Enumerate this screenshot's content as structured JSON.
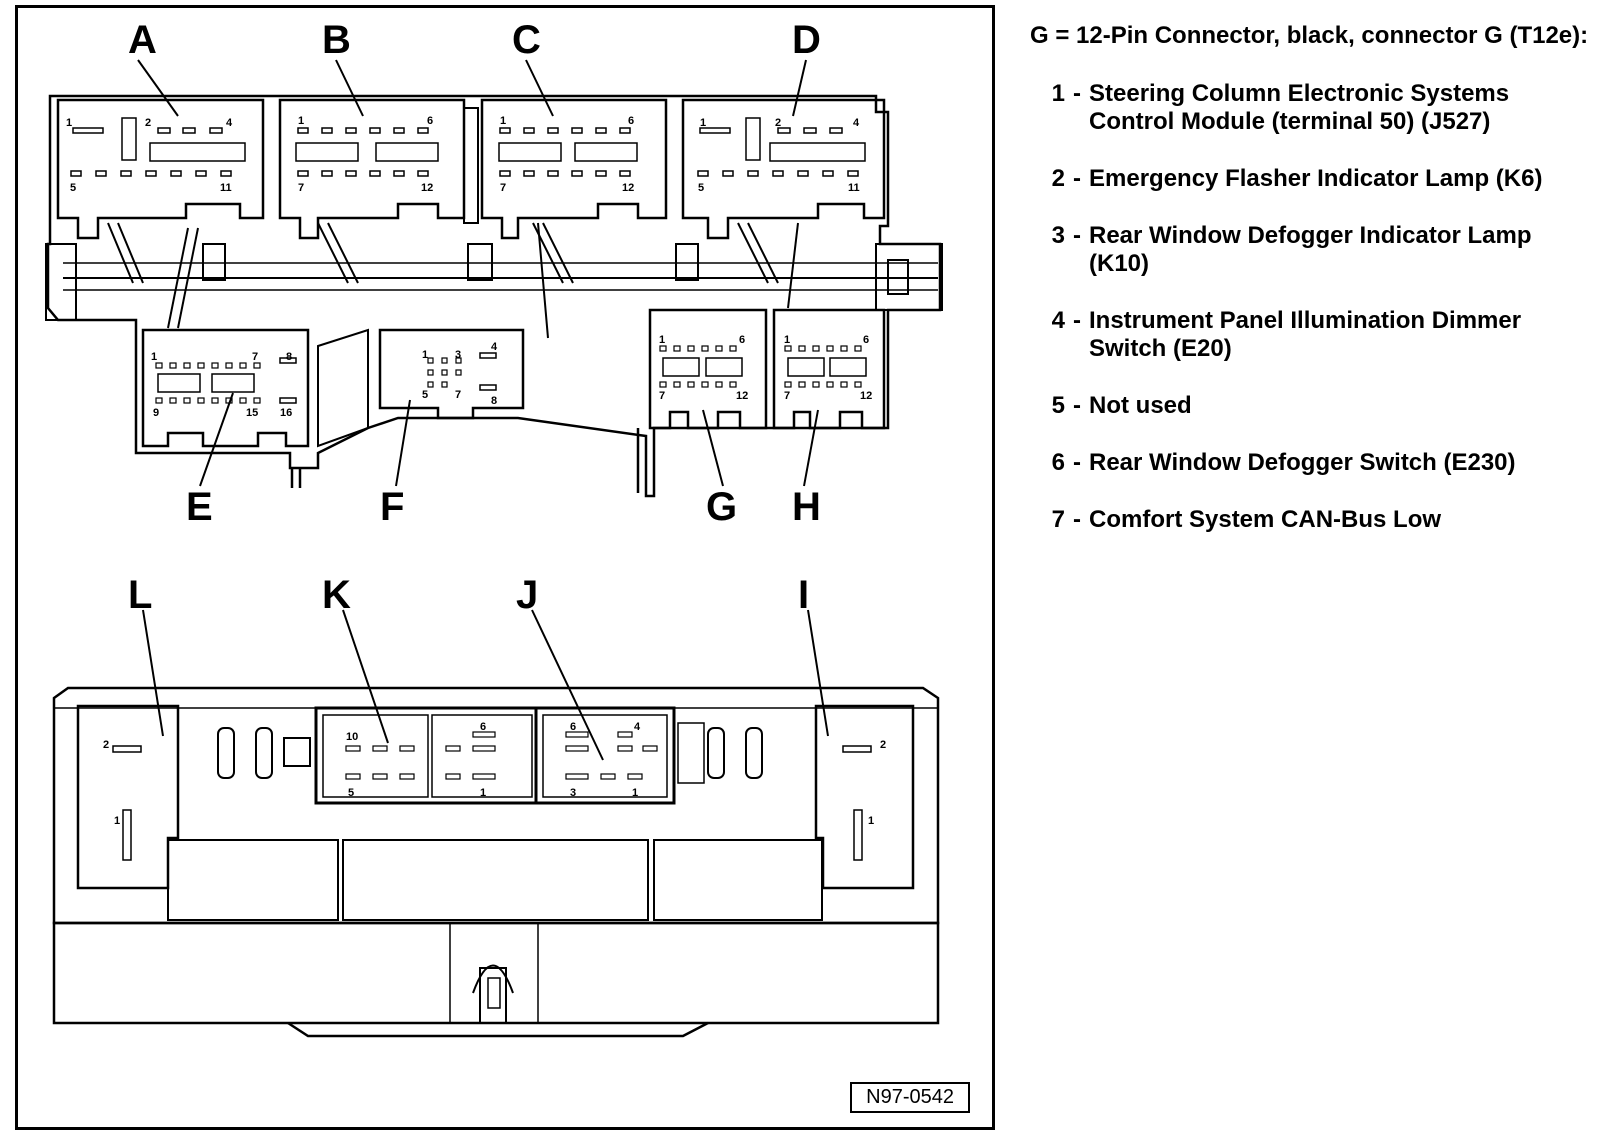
{
  "figure": {
    "id": "N97-0542",
    "top_connectors": {
      "A": {
        "label": "A",
        "pins": [
          "1",
          "2",
          "4",
          "5",
          "11"
        ]
      },
      "B": {
        "label": "B",
        "pins": [
          "1",
          "6",
          "7",
          "12"
        ]
      },
      "C": {
        "label": "C",
        "pins": [
          "1",
          "6",
          "7",
          "12"
        ]
      },
      "D": {
        "label": "D",
        "pins": [
          "1",
          "2",
          "4",
          "5",
          "11"
        ]
      }
    },
    "lower_connectors": {
      "E": {
        "label": "E",
        "pins": [
          "1",
          "7",
          "8",
          "9",
          "15",
          "16"
        ]
      },
      "F": {
        "label": "F",
        "pins": [
          "1",
          "3",
          "4",
          "5",
          "7",
          "8"
        ]
      },
      "G": {
        "label": "G",
        "pins": [
          "1",
          "6",
          "7",
          "12"
        ]
      },
      "H": {
        "label": "H",
        "pins": [
          "1",
          "6",
          "7",
          "12"
        ]
      }
    },
    "bottom_connectors": {
      "L": {
        "label": "L",
        "pins": [
          "2",
          "1"
        ]
      },
      "K": {
        "label": "K",
        "pins": [
          "10",
          "6",
          "5",
          "1"
        ]
      },
      "J": {
        "label": "J",
        "pins": [
          "6",
          "4",
          "3",
          "1"
        ]
      },
      "I": {
        "label": "I",
        "pins": [
          "2",
          "1"
        ]
      }
    }
  },
  "legend": {
    "title": "G = 12-Pin Connector, black, connector G (T12e):",
    "items": [
      {
        "num": "1",
        "text": "Steering Column Electronic Systems Control Module (terminal 50) (J527)"
      },
      {
        "num": "2",
        "text": "Emergency Flasher Indicator Lamp (K6)"
      },
      {
        "num": "3",
        "text": "Rear Window Defogger Indicator Lamp (K10)"
      },
      {
        "num": "4",
        "text": "Instrument Panel Illumination Dimmer Switch (E20)"
      },
      {
        "num": "5",
        "text": "Not used"
      },
      {
        "num": "6",
        "text": "Rear Window Defogger Switch (E230)"
      },
      {
        "num": "7",
        "text": "Comfort System CAN-Bus Low"
      }
    ]
  }
}
